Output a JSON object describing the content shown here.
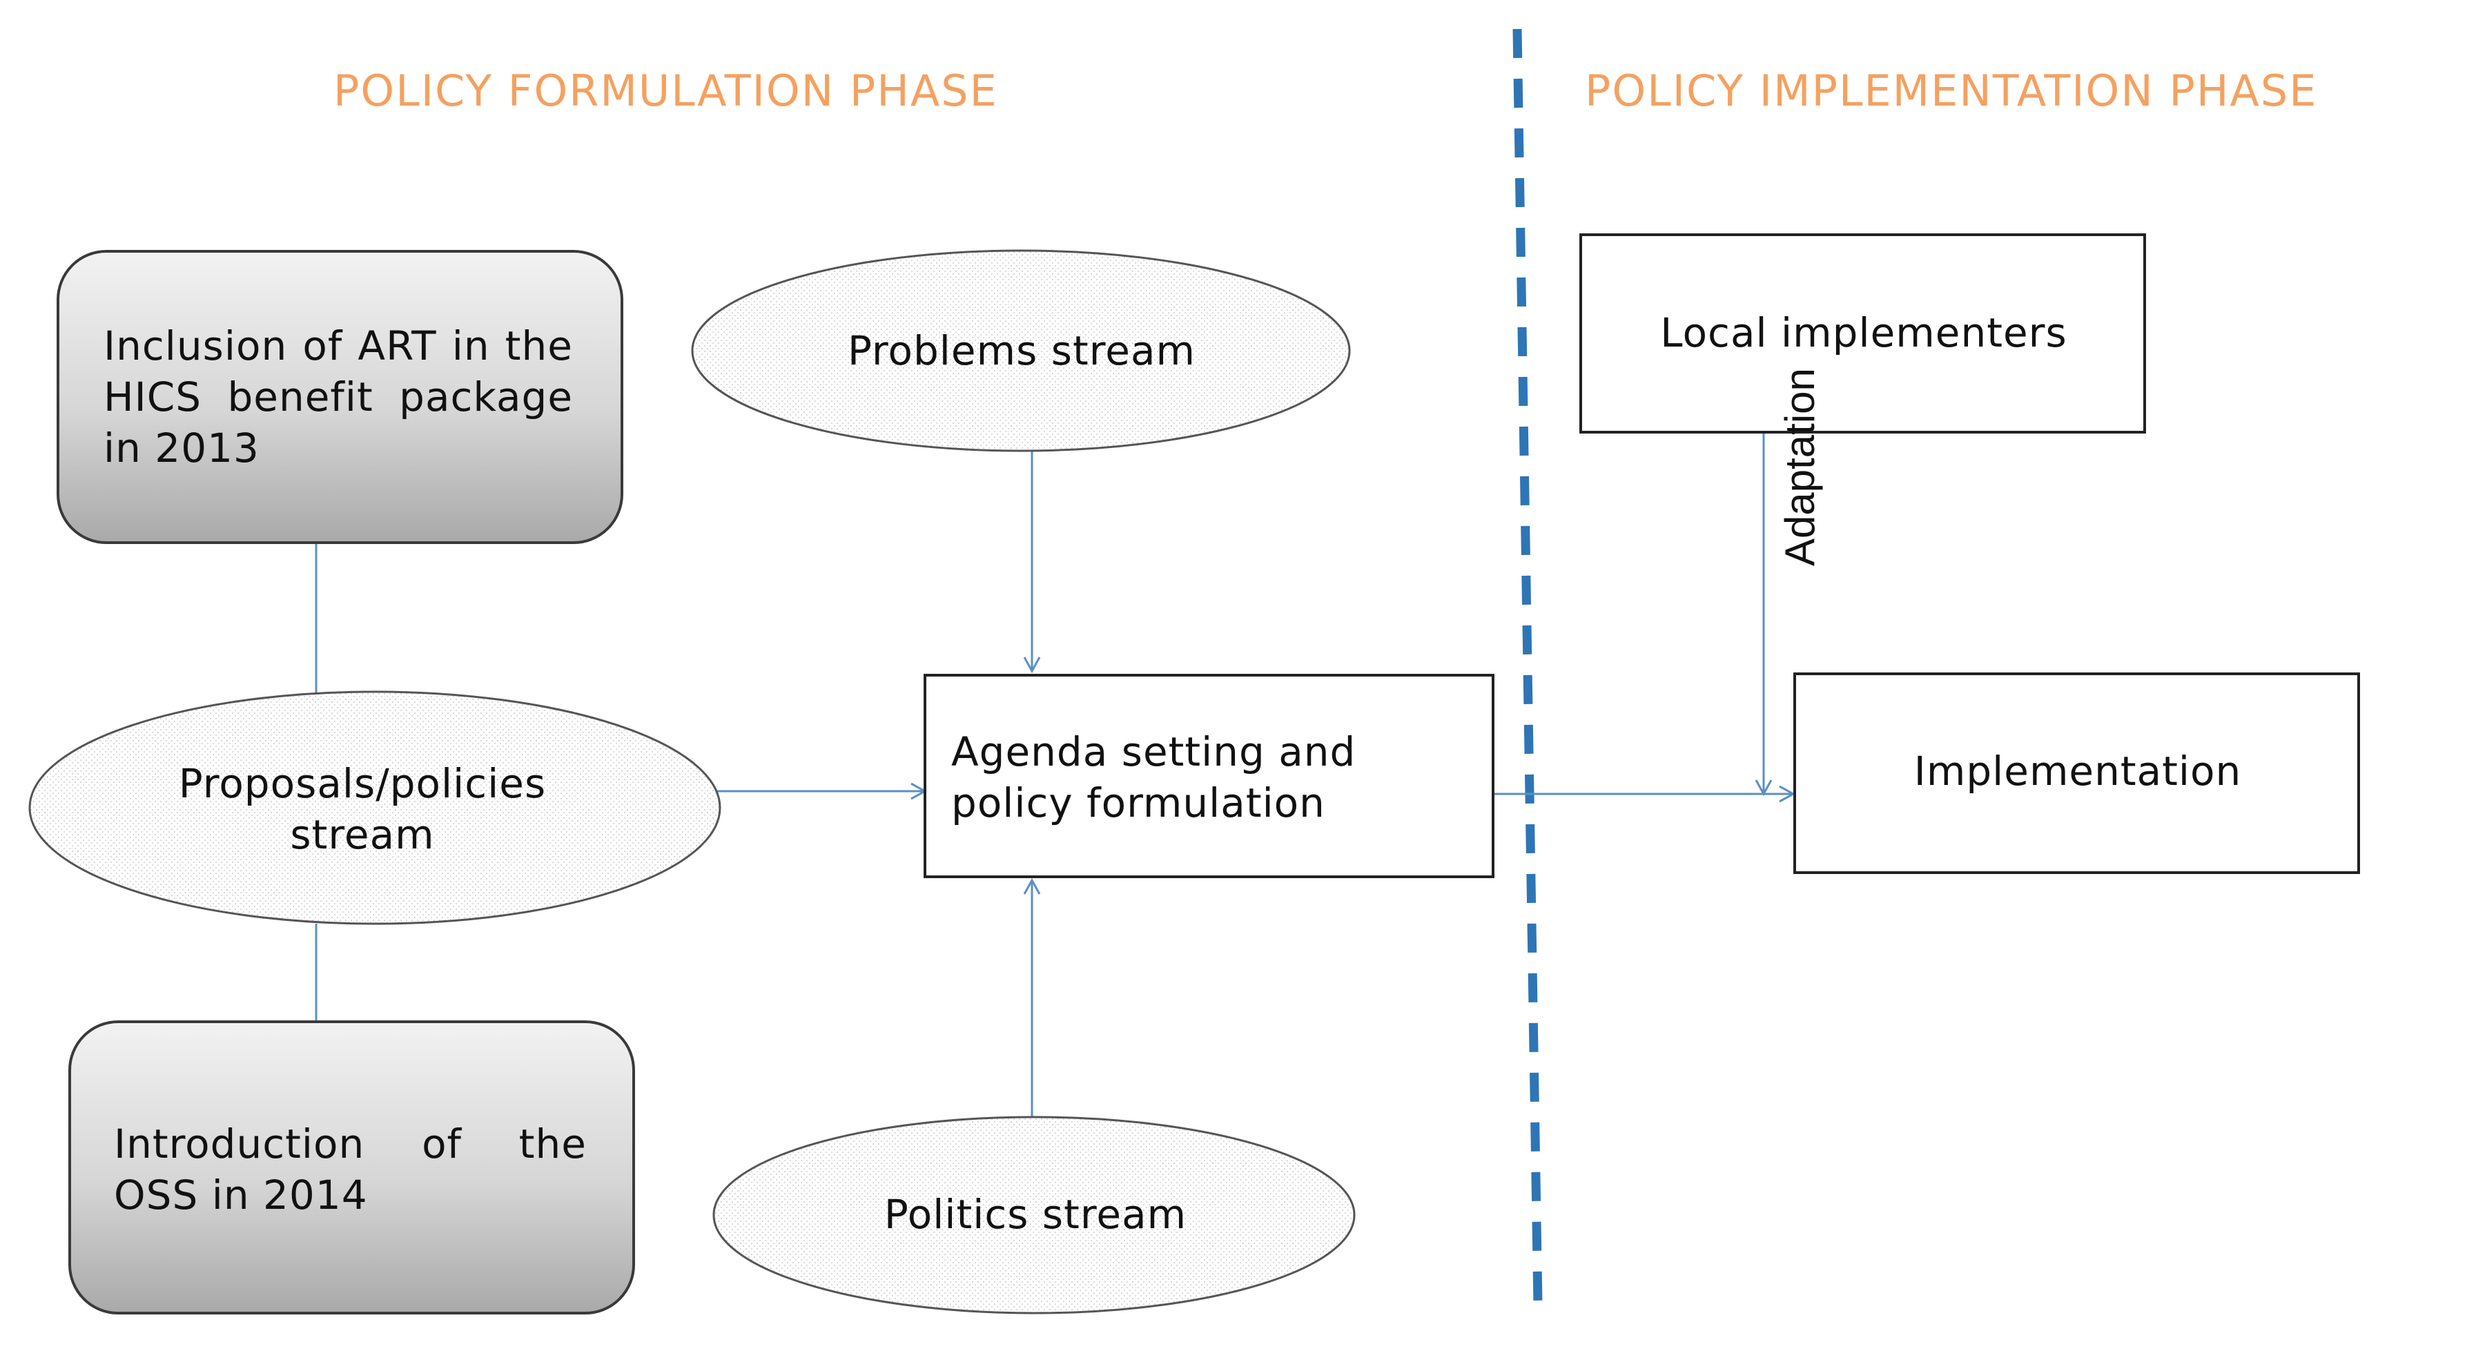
{
  "phases": {
    "formulation": "POLICY FORMULATION PHASE",
    "implementation": "POLICY IMPLEMENTATION PHASE"
  },
  "nodes": {
    "art_inclusion": "Inclusion of ART in the HICS benefit package in 2013",
    "oss_introduction": "Introduction of the OSS in 2014",
    "proposals_stream": "Proposals/policies stream",
    "problems_stream": "Problems stream",
    "politics_stream": "Politics stream",
    "agenda_setting": "Agenda setting and policy formulation",
    "local_implementers": "Local implementers",
    "implementation": "Implementation"
  },
  "edges": {
    "adaptation_label": "Adaptation"
  },
  "colors": {
    "phase_title": "#f4a160",
    "divider": "#2e75b6",
    "connector": "#5b8fc7",
    "node_border": "#222222",
    "ellipse_border": "#555555"
  }
}
